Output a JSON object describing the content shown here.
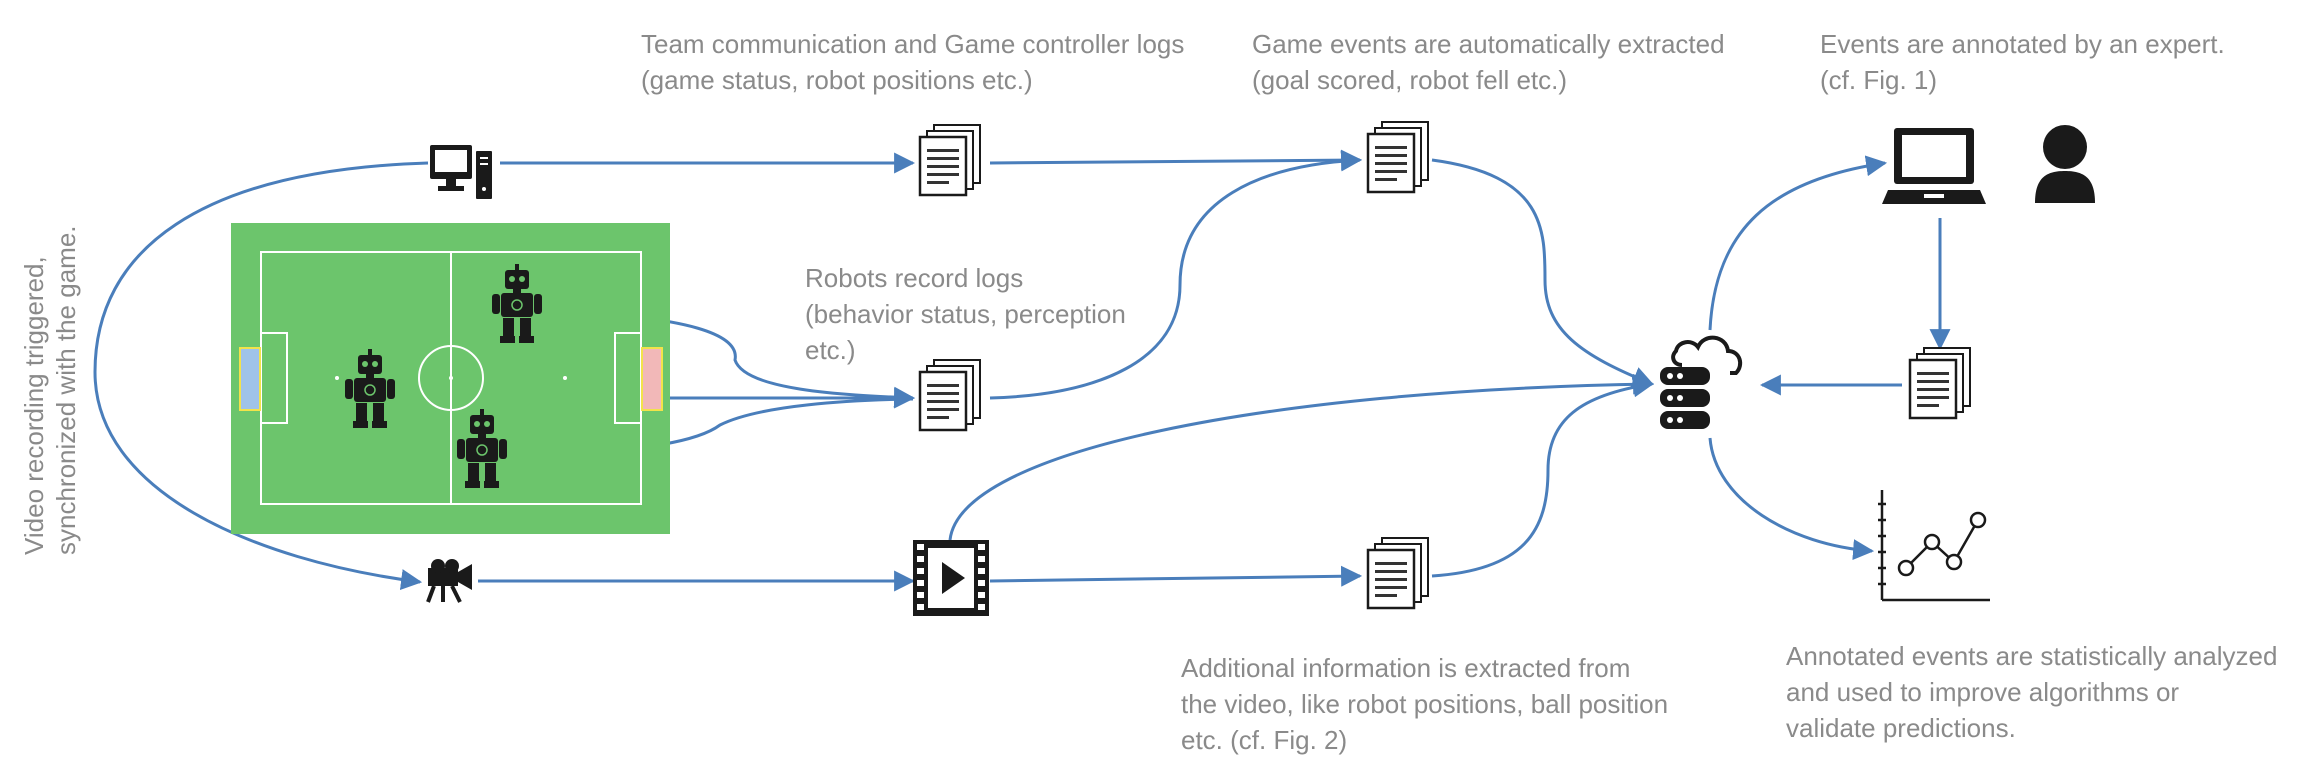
{
  "captions": {
    "team_comm": "Team communication and Game controller logs\n(game status, robot positions etc.)",
    "game_events": "Game events are automatically extracted\n(goal scored, robot fell etc.)",
    "expert": "Events are annotated by an expert.\n(cf. Fig. 1)",
    "robot_logs": "Robots record logs\n(behavior status, perception\netc.)",
    "video_info": "Additional information is extracted from\nthe video, like robot positions, ball position\netc.  (cf. Fig. 2)",
    "analysis": "Annotated events are  statistically analyzed\nand used to improve algorithms or\nvalidate predictions.",
    "video_recording": "Video recording triggered,\nsynchronized  with the game."
  },
  "colors": {
    "arrow": "#4a7ebb",
    "field": "#6cc56c",
    "field_lines": "#ffffff",
    "icon": "#1a1a1a",
    "caption": "#8a8a8a",
    "goal_left": "#9fc3e8",
    "goal_right": "#f2b8b8",
    "goal_post": "#f2e34a"
  },
  "icons": [
    "computer-icon",
    "document-stack-icon",
    "laptop-icon",
    "user-icon",
    "cloud-database-icon",
    "video-camera-icon",
    "video-play-icon",
    "line-chart-icon",
    "robot-icon",
    "soccer-field"
  ]
}
